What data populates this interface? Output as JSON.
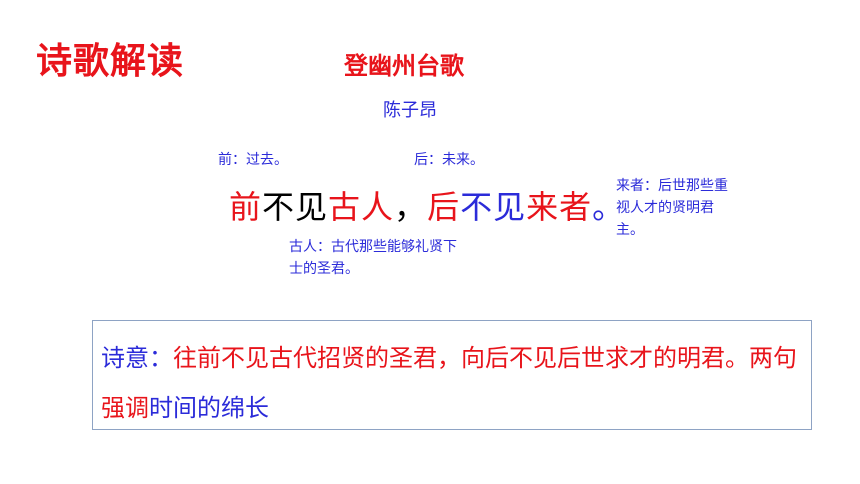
{
  "section_title": "诗歌解读",
  "poem": {
    "title": "登幽州台歌",
    "author": "陈子昂",
    "line": {
      "part1": "前",
      "part2": "不见",
      "part3": "古人",
      "part4": "，",
      "part5": "后",
      "part6": "不见",
      "part7": "来者",
      "part8": "。"
    }
  },
  "notes": {
    "qian": "前：过去。",
    "hou": "后：未来。",
    "laizhe": "来者：后世那些重视人才的贤明君主。",
    "guren": "古人：古代那些能够礼贤下士的圣君。"
  },
  "meaning": {
    "label": "诗意：",
    "text_red": "往前不见古代招贤的圣君，向后不见后世求才的明君。两句强调",
    "text_blue": "时间的绵长"
  },
  "colors": {
    "red": "#e8141b",
    "blue": "#2b2bd9",
    "border": "#8ea3c4"
  }
}
